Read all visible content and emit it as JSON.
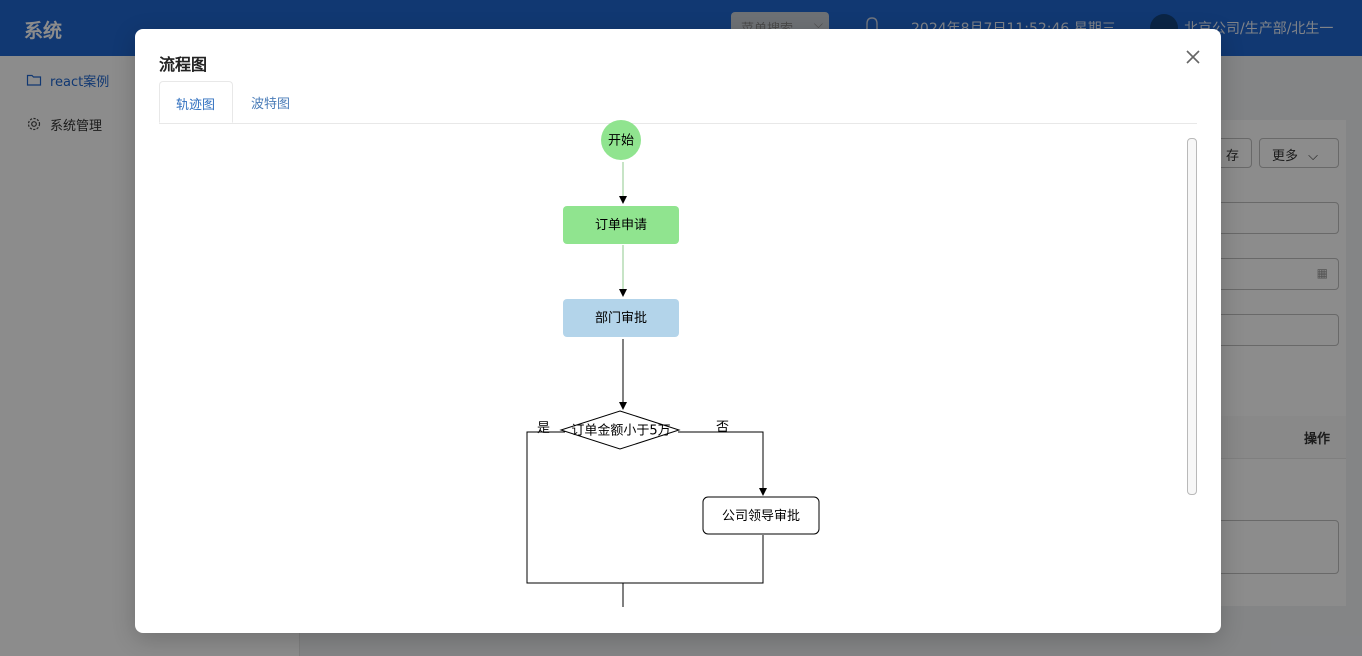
{
  "app": {
    "title": "系统"
  },
  "header": {
    "menu_search": "菜单搜索",
    "datetime": "2024年8月7日11:52:46 星期三",
    "user_path": "北京公司/生产部/北生一"
  },
  "sidebar": {
    "items": [
      {
        "label": "react案例",
        "icon": "folder-icon"
      },
      {
        "label": "系统管理",
        "icon": "gear-icon"
      }
    ]
  },
  "background": {
    "save_partial": "存",
    "more_label": "更多",
    "table_header_action": "操作"
  },
  "modal": {
    "title": "流程图",
    "tabs": [
      {
        "label": "轨迹图",
        "active": true
      },
      {
        "label": "波特图",
        "active": false
      }
    ]
  },
  "flow": {
    "start": "开始",
    "order_apply": "订单申请",
    "dept_approve": "部门审批",
    "decision": "订单金额小于5万",
    "yes": "是",
    "no": "否",
    "leader_approve": "公司领导审批"
  },
  "colors": {
    "header_bg": "#1f66d0",
    "done_node": "#90e48f",
    "current_node": "#b3d4ea",
    "accent": "#1f66d0"
  }
}
